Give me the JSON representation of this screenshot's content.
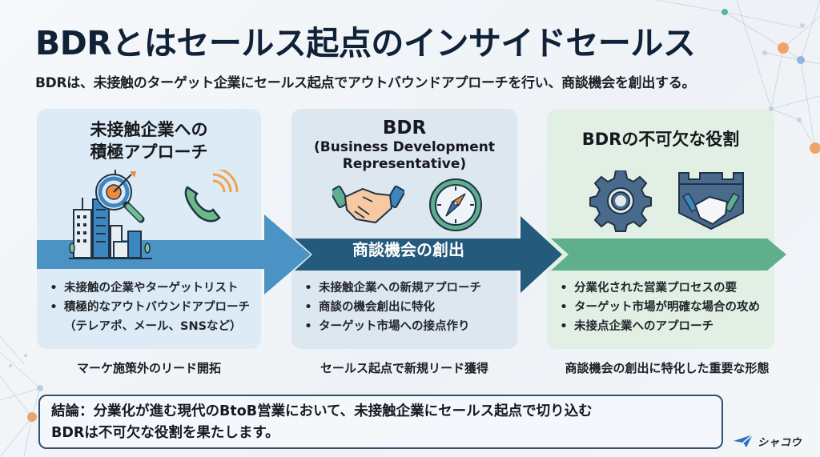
{
  "header": {
    "title": "BDRとはセールス起点のインサイドセールス",
    "subtitle": "BDRは、未接触のターゲット企業にセールス起点でアウトバウンドアプローチを行い、商談機会を創出する。"
  },
  "panels": [
    {
      "title_line1": "未接触企業への",
      "title_line2": "積極アプローチ",
      "icons": [
        "magnifier-target-icon",
        "city-buildings-icon",
        "phone-call-icon"
      ],
      "band_label": "",
      "band_color": "#4a93c4",
      "bullets": [
        "未接触の企業やターゲットリスト",
        "積極的なアウトバウンドアプローチ"
      ],
      "bullet_continuation": "（テレアポ、メール、SNSなど）",
      "caption": "マーケ施策外のリード開拓"
    },
    {
      "title_main": "BDR",
      "title_sub_line1": "(Business Development",
      "title_sub_line2": "Representative)",
      "icons": [
        "handshake-icon",
        "compass-icon"
      ],
      "band_label": "商談機会の創出",
      "band_color": "#245a7c",
      "bullets": [
        "未接触企業への新規アプローチ",
        "商談の機会創出に特化",
        "ターゲット市場への接点作り"
      ],
      "caption": "セールス起点で新規リード獲得"
    },
    {
      "title": "BDRの不可欠な役割",
      "icons": [
        "gear-icon",
        "fortress-handshake-icon"
      ],
      "band_label": "",
      "band_color": "#5fae8c",
      "bullets": [
        "分業化された営業プロセスの要",
        "ターゲット市場が明確な場合の攻め",
        "未接点企業へのアプローチ"
      ],
      "caption": "商談機会の創出に特化した重要な形態"
    }
  ],
  "conclusion": {
    "line1": "結論：分業化が進む現代のBtoB営業において、未接触企業にセールス起点で切り込む",
    "line2": "BDRは不可欠な役割を果たします。"
  },
  "logo": {
    "text": "シャコウ",
    "icon": "paper-plane-icon"
  }
}
